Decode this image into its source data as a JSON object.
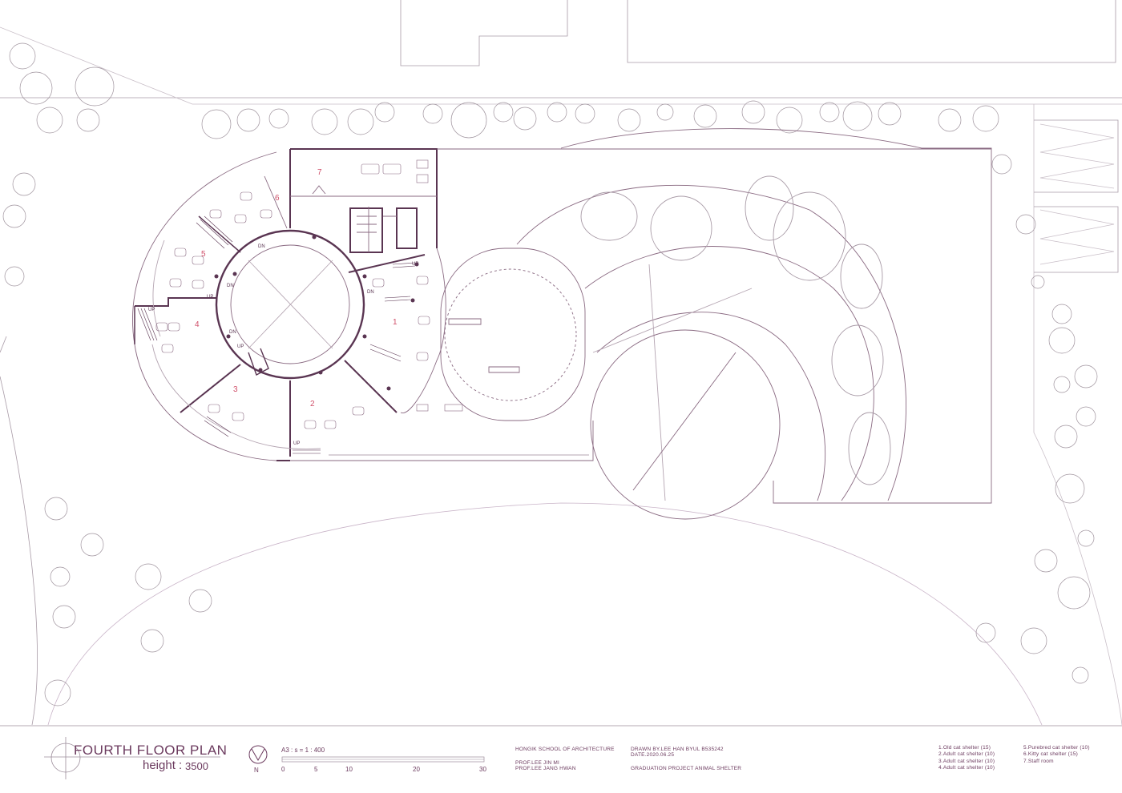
{
  "title": "FOURTH FLOOR PLAN",
  "height_label": "height :",
  "height_value": "3500",
  "north": "N",
  "scale": {
    "label": "A3 : s = 1 : 400",
    "ticks": [
      "0",
      "5",
      "10",
      "20",
      "30"
    ]
  },
  "school": {
    "name": "HONGIK SCHOOL OF ARCHITECTURE",
    "prof1": "PROF.LEE JIN MI",
    "prof2": "PROF.LEE JANG HWAN"
  },
  "author": {
    "drawn_by": "DRAWN BY.LEE HAN BYUL B535242",
    "date": "DATE.2020.06.25",
    "project": "GRADUATION PROJECT ANIMAL SHELTER"
  },
  "legend": {
    "col1": [
      "1.Old cat shelter (15)",
      "2.Adult cat shelter (10)",
      "3.Adult cat shelter (10)",
      "4.Adult cat shelter (10)"
    ],
    "col2": [
      "5.Purebred cat shelter (10)",
      "6.Kitty cat shelter (15)",
      "7.Staff room"
    ]
  },
  "rooms": [
    "1",
    "2",
    "3",
    "4",
    "5",
    "6",
    "7"
  ],
  "stair_labels": {
    "dn": "DN",
    "up": "UP"
  },
  "colors": {
    "line": "#8a6a82",
    "accent": "#d0506a",
    "wall": "#5a3552",
    "text": "#6b3a5e"
  }
}
